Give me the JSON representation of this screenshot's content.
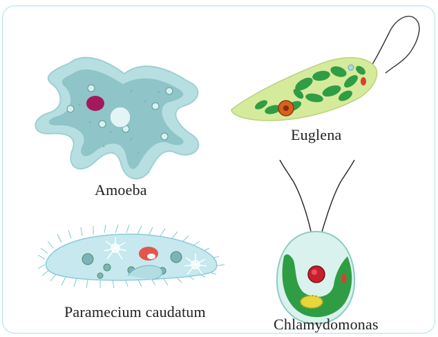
{
  "labels": {
    "amoeba": "Amoeba",
    "euglena": "Euglena",
    "paramecium": "Paramecium caudatum",
    "chlamydomonas": "Chlamydomonas"
  },
  "colors": {
    "frame": "#a9dff0",
    "amoeba_outer": "#b7dfe2",
    "amoeba_inner": "#8fc4c8",
    "amoeba_nucleus": "#a4185f",
    "euglena_body": "#d6ea9b",
    "chloroplast": "#2f9d44",
    "paramecium_body": "#c6e8ee",
    "chlamydomonas_body": "#2f9d44",
    "eyespot": "#d8402f"
  }
}
